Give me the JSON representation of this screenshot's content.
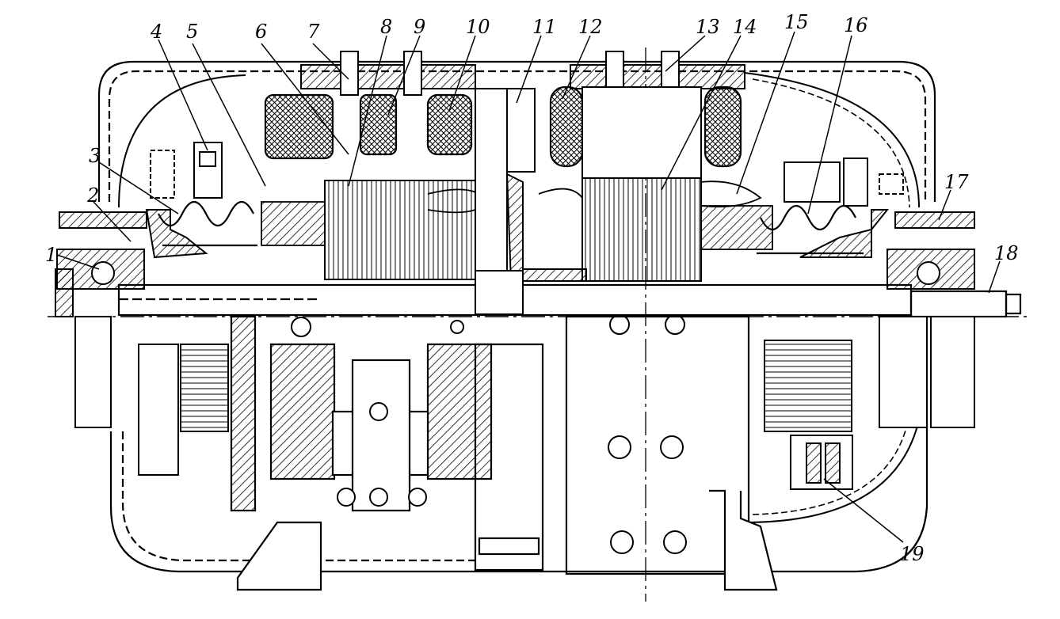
{
  "labels": [
    {
      "id": "1",
      "text": "1"
    },
    {
      "id": "2",
      "text": "2"
    },
    {
      "id": "3",
      "text": "3"
    },
    {
      "id": "4",
      "text": "4"
    },
    {
      "id": "5",
      "text": "5"
    },
    {
      "id": "6",
      "text": "6"
    },
    {
      "id": "7",
      "text": "7"
    },
    {
      "id": "8",
      "text": "8"
    },
    {
      "id": "9",
      "text": "9"
    },
    {
      "id": "10",
      "text": "10"
    },
    {
      "id": "11",
      "text": "11"
    },
    {
      "id": "12",
      "text": "12"
    },
    {
      "id": "13",
      "text": "13"
    },
    {
      "id": "14",
      "text": "14"
    },
    {
      "id": "15",
      "text": "15"
    },
    {
      "id": "16",
      "text": "16"
    },
    {
      "id": "17",
      "text": "17"
    },
    {
      "id": "18",
      "text": "18"
    },
    {
      "id": "19",
      "text": "19"
    }
  ],
  "colors": {
    "ink": "#000000",
    "paper": "#ffffff"
  }
}
